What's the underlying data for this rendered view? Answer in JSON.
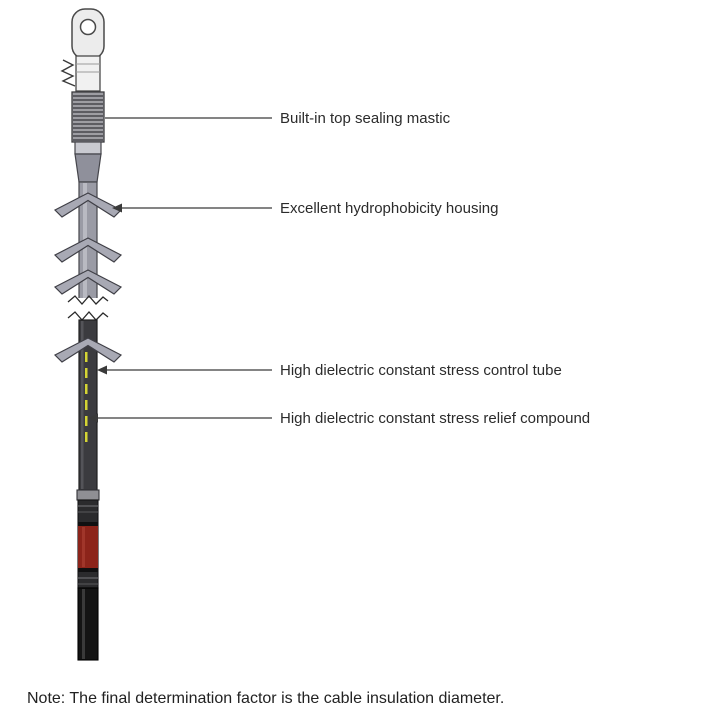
{
  "diagram": {
    "labels": [
      {
        "text": "Built-in top sealing mastic"
      },
      {
        "text": "Excellent hydrophobicity housing"
      },
      {
        "text": "High dielectric constant stress control tube"
      },
      {
        "text": "High dielectric constant stress relief compound"
      }
    ],
    "note": "Note: The final determination factor is the cable insulation diameter.",
    "colors": {
      "housing_body": "#9a9ba5",
      "shed": "#a8a9b4",
      "stress_tube": "#3b3b3f",
      "stress_marking_yellow": "#d4d434",
      "conductor_red": "#8c241a",
      "cable_black": "#141414",
      "leader_line": "#3a3a3a",
      "label_text": "#2b2b2b"
    }
  }
}
